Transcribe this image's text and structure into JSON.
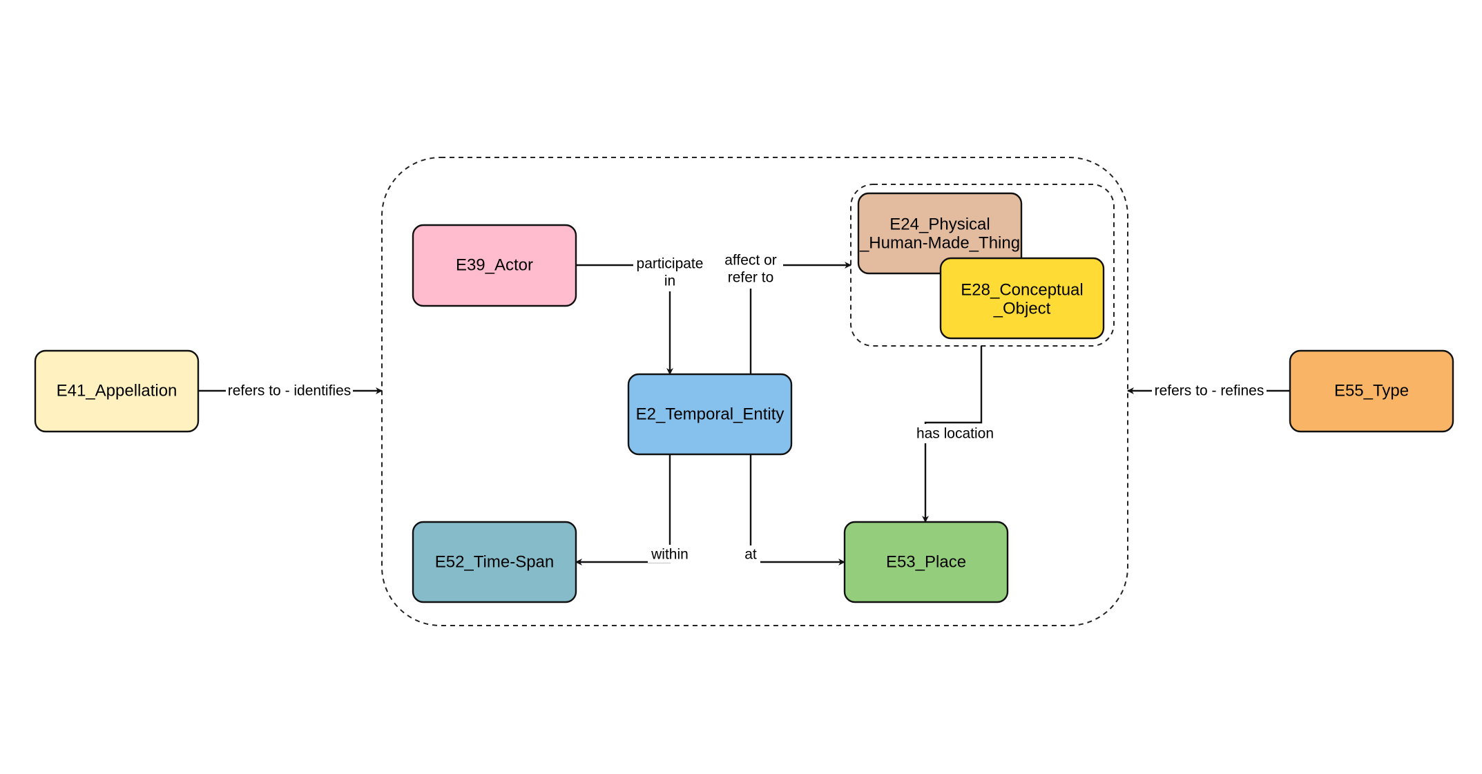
{
  "nodes": {
    "appellation": {
      "label": "E41_Appellation",
      "color": "#FFF2C0"
    },
    "actor": {
      "label": "E39_Actor",
      "color": "#FFBCCF"
    },
    "temporal_entity": {
      "label": "E2_Temporal_Entity",
      "color": "#85C1EC"
    },
    "physical_thing": {
      "label_lines": [
        "E24_Physical",
        "_Human-Made_Thing"
      ],
      "color": "#E3BC9F"
    },
    "conceptual_object": {
      "label_lines": [
        "E28_Conceptual",
        "_Object"
      ],
      "color": "#FFDB36"
    },
    "time_span": {
      "label": "E52_Time-Span",
      "color": "#86BBC9"
    },
    "place": {
      "label": "E53_Place",
      "color": "#94CD7C"
    },
    "type": {
      "label": "E55_Type",
      "color": "#F9B465"
    }
  },
  "edges": {
    "refers_identifies": "refers to - identifies",
    "participate_in": [
      "participate",
      "in"
    ],
    "affect_refer": [
      "affect or",
      "refer to"
    ],
    "has_location": "has location",
    "within": "within",
    "at": "at",
    "refers_refines": "refers to - refines"
  }
}
